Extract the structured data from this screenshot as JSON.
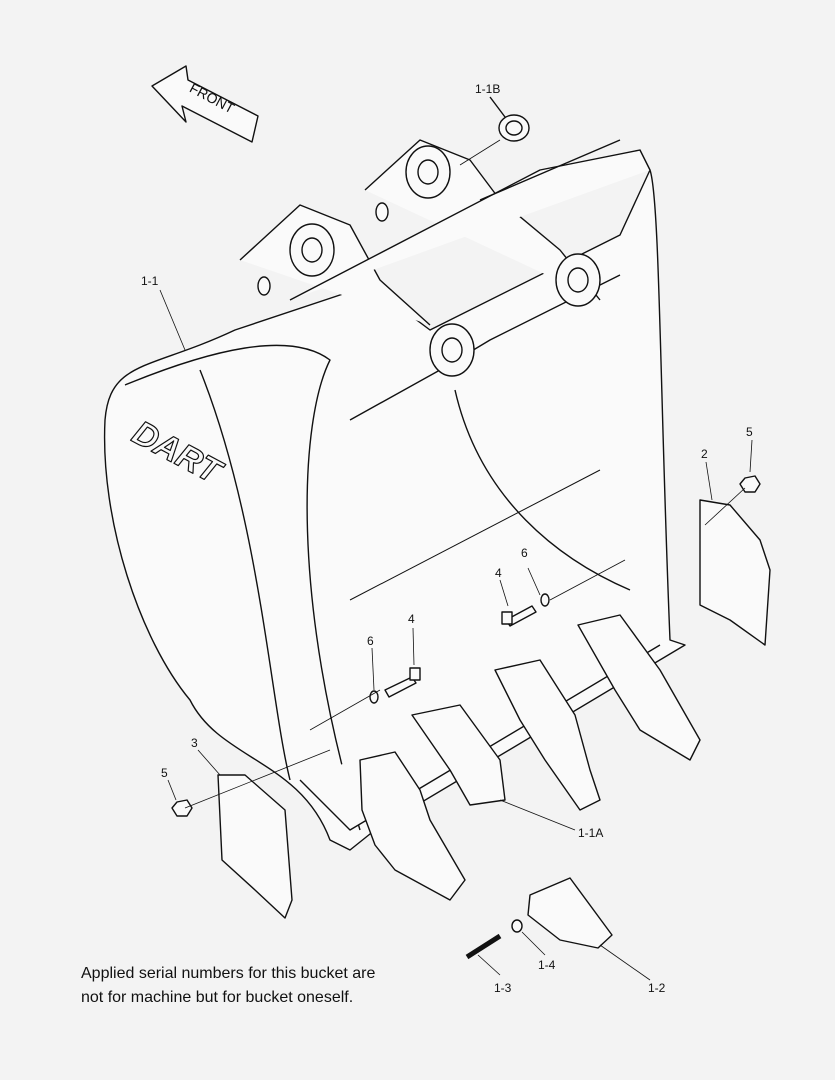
{
  "diagram": {
    "direction_arrow": "FRONT",
    "logo": "DART",
    "callouts": {
      "pin_bushing": "1-1B",
      "bucket_body": "1-1",
      "nut_right": "5",
      "side_cutter_right": "2",
      "washer_right": "6",
      "bolt_right": "4",
      "bolt_left": "4",
      "washer_left": "6",
      "side_cutter_left": "3",
      "nut_left": "5",
      "adapter": "1-1A",
      "lock_washer": "1-4",
      "pin": "1-3",
      "tooth": "1-2"
    },
    "note": [
      "Applied serial numbers for this bucket are",
      "not for machine but for bucket oneself."
    ]
  }
}
